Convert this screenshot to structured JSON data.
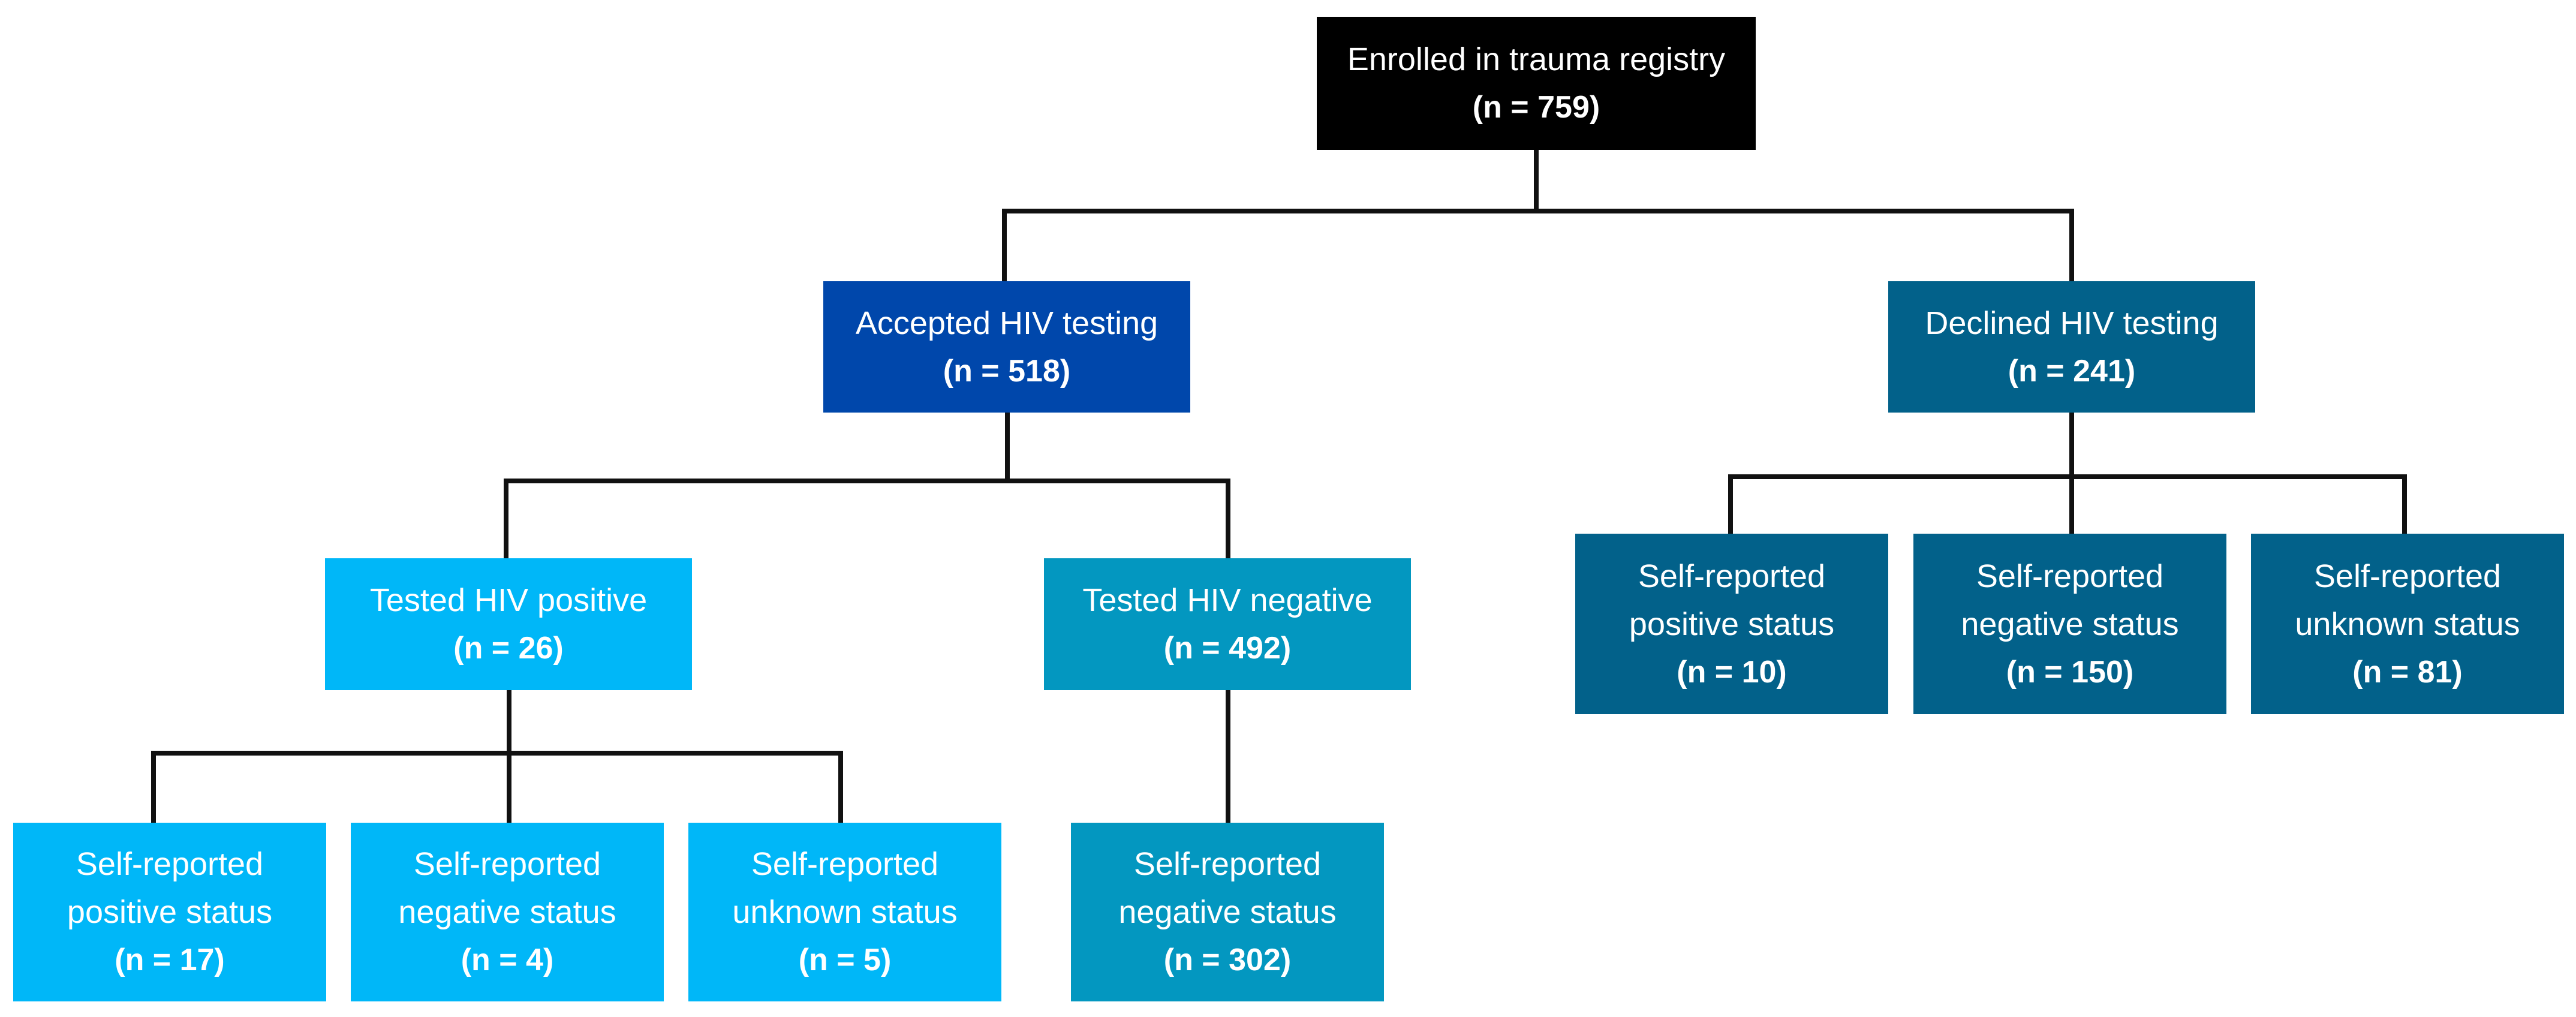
{
  "colors": {
    "root": "#000000",
    "accepted": "#0047ab",
    "tested_positive": "#00b7f8",
    "tested_negative": "#0397c0",
    "declined": "#02618a",
    "connector": "#111111"
  },
  "root": {
    "label": "Enrolled in trauma registry",
    "count": "(n = 759)"
  },
  "accepted": {
    "label": "Accepted HIV testing",
    "count": "(n = 518)"
  },
  "declined": {
    "label": "Declined HIV testing",
    "count": "(n = 241)"
  },
  "tested_positive": {
    "label": "Tested HIV positive",
    "count": "(n = 26)"
  },
  "tested_negative": {
    "label": "Tested HIV negative",
    "count": "(n = 492)"
  },
  "pos_selfpos": {
    "label": "Self-reported\npositive status",
    "count": "(n = 17)"
  },
  "pos_selfneg": {
    "label": "Self-reported\nnegative status",
    "count": "(n = 4)"
  },
  "pos_selfunk": {
    "label": "Self-reported\nunknown status",
    "count": "(n = 5)"
  },
  "neg_selfneg": {
    "label": "Self-reported\nnegative status",
    "count": "(n = 302)"
  },
  "dec_selfpos": {
    "label": "Self-reported\npositive status",
    "count": "(n = 10)"
  },
  "dec_selfneg": {
    "label": "Self-reported\nnegative status",
    "count": "(n = 150)"
  },
  "dec_selfunk": {
    "label": "Self-reported\nunknown status",
    "count": "(n = 81)"
  }
}
